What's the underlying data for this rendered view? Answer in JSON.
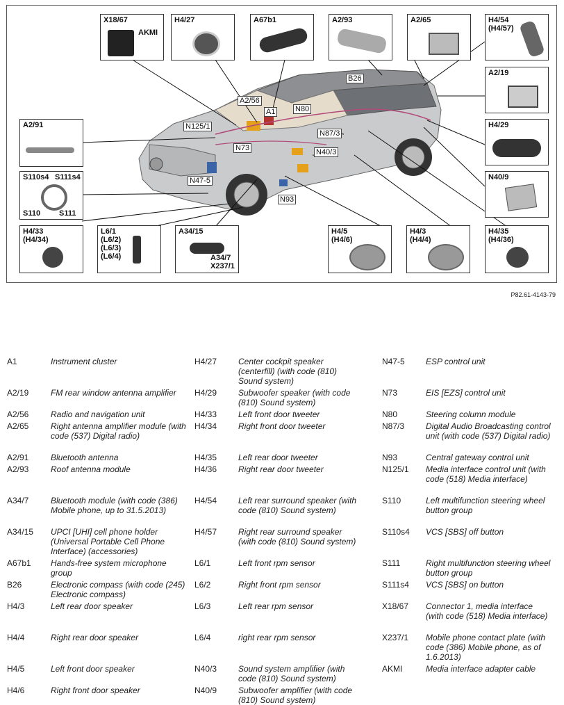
{
  "figure_id": "P82.61-4143-79",
  "callouts": [
    {
      "id": "x1867",
      "label": "X18/67"
    },
    {
      "id": "akmi",
      "label": "AKMI"
    },
    {
      "id": "h427",
      "label": "H4/27"
    },
    {
      "id": "a67b1",
      "label": "A67b1"
    },
    {
      "id": "a293",
      "label": "A2/93"
    },
    {
      "id": "a265",
      "label": "A2/65"
    },
    {
      "id": "h454",
      "label": "H4/54\n(H4/57)"
    },
    {
      "id": "a219",
      "label": "A2/19"
    },
    {
      "id": "h429",
      "label": "H4/29"
    },
    {
      "id": "n409",
      "label": "N40/9"
    },
    {
      "id": "a291",
      "label": "A2/91"
    },
    {
      "id": "s110s4",
      "label": "S110s4"
    },
    {
      "id": "s111s4",
      "label": "S111s4"
    },
    {
      "id": "s110",
      "label": "S110"
    },
    {
      "id": "s111",
      "label": "S111"
    },
    {
      "id": "h433",
      "label": "H4/33\n(H4/34)"
    },
    {
      "id": "l61",
      "label": "L6/1\n(L6/2)\n(L6/3)\n(L6/4)"
    },
    {
      "id": "a3415",
      "label": "A34/15"
    },
    {
      "id": "a347",
      "label": "A34/7\nX237/1"
    },
    {
      "id": "h45",
      "label": "H4/5\n(H4/6)"
    },
    {
      "id": "h43",
      "label": "H4/3\n(H4/4)"
    },
    {
      "id": "h435",
      "label": "H4/35\n(H4/36)"
    }
  ],
  "car_tags": [
    {
      "id": "b26",
      "label": "B26"
    },
    {
      "id": "a256",
      "label": "A2/56"
    },
    {
      "id": "a1",
      "label": "A1"
    },
    {
      "id": "n80",
      "label": "N80"
    },
    {
      "id": "n1251",
      "label": "N125/1"
    },
    {
      "id": "n873",
      "label": "N87/3"
    },
    {
      "id": "n73",
      "label": "N73"
    },
    {
      "id": "n403",
      "label": "N40/3"
    },
    {
      "id": "n475",
      "label": "N47-5"
    },
    {
      "id": "n93",
      "label": "N93"
    }
  ],
  "legend": [
    [
      {
        "code": "A1",
        "desc": "Instrument cluster"
      },
      {
        "code": "A2/19",
        "desc": "FM rear window antenna amplifier"
      },
      {
        "code": "A2/56",
        "desc": "Radio and navigation unit"
      },
      {
        "code": "A2/65",
        "desc": "Right antenna amplifier module (with code (537) Digital radio)"
      },
      {
        "code": "A2/91",
        "desc": "Bluetooth antenna"
      },
      {
        "code": "A2/93",
        "desc": "Roof antenna module"
      },
      {
        "code": "A34/7",
        "desc": "Bluetooth module (with code (386) Mobile phone, up to 31.5.2013)"
      },
      {
        "code": "A34/15",
        "desc": "UPCI [UHI] cell phone holder (Universal Portable Cell Phone Interface) (accessories)"
      },
      {
        "code": "A67b1",
        "desc": "Hands-free system microphone group"
      },
      {
        "code": "B26",
        "desc": "Electronic compass (with code (245) Electronic compass)"
      },
      {
        "code": "H4/3",
        "desc": "Left rear door speaker"
      },
      {
        "code": "H4/4",
        "desc": "Right rear door speaker"
      },
      {
        "code": "H4/5",
        "desc": "Left front door speaker"
      },
      {
        "code": "H4/6",
        "desc": "Right front door speaker"
      }
    ],
    [
      {
        "code": "H4/27",
        "desc": "Center cockpit speaker (centerfill) (with code (810) Sound system)"
      },
      {
        "code": "H4/29",
        "desc": "Subwoofer speaker (with code (810) Sound system)"
      },
      {
        "code": "H4/33",
        "desc": "Left front door tweeter"
      },
      {
        "code": "H4/34",
        "desc": "Right front door tweeter"
      },
      {
        "code": "H4/35",
        "desc": "Left rear door tweeter"
      },
      {
        "code": "H4/36",
        "desc": "Right rear door tweeter"
      },
      {
        "code": "H4/54",
        "desc": "Left rear surround speaker (with code (810) Sound system)"
      },
      {
        "code": "H4/57",
        "desc": "Right rear surround speaker (with code (810) Sound system)"
      },
      {
        "code": "L6/1",
        "desc": "Left front rpm sensor"
      },
      {
        "code": "L6/2",
        "desc": "Right front rpm sensor"
      },
      {
        "code": "L6/3",
        "desc": "Left rear rpm sensor"
      },
      {
        "code": "L6/4",
        "desc": "right rear rpm sensor"
      },
      {
        "code": "N40/3",
        "desc": "Sound system amplifier (with code (810) Sound system)"
      },
      {
        "code": "N40/9",
        "desc": "Subwoofer amplifier (with code (810) Sound system)"
      }
    ],
    [
      {
        "code": "N47-5",
        "desc": "ESP control unit"
      },
      {
        "code": "N73",
        "desc": "EIS [EZS] control unit"
      },
      {
        "code": "N80",
        "desc": "Steering column module"
      },
      {
        "code": "N87/3",
        "desc": "Digital Audio Broadcasting control unit (with code (537) Digital radio)"
      },
      {
        "code": "N93",
        "desc": "Central gateway control unit"
      },
      {
        "code": "N125/1",
        "desc": "Media interface control unit (with code (518) Media interface)"
      },
      {
        "code": "S110",
        "desc": "Left multifunction steering wheel button group"
      },
      {
        "code": "S110s4",
        "desc": "VCS [SBS] off button"
      },
      {
        "code": "S111",
        "desc": "Right multifunction steering wheel button group"
      },
      {
        "code": "S111s4",
        "desc": "VCS [SBS] on button"
      },
      {
        "code": "X18/67",
        "desc": "Connector 1, media interface (with code (518) Media interface)"
      },
      {
        "code": "X237/1",
        "desc": "Mobile phone contact plate (with code (386) Mobile phone, as of 1.6.2013)"
      },
      {
        "code": "AKMI",
        "desc": "Media interface adapter cable"
      }
    ]
  ]
}
